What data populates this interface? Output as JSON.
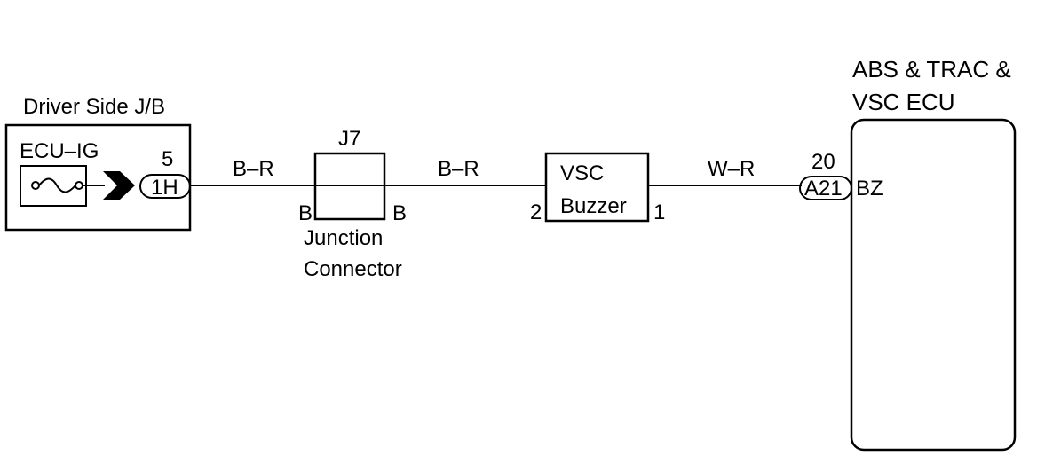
{
  "jb": {
    "title": "Driver Side J/B",
    "fuse_label": "ECU–IG",
    "pin_number": "5",
    "connector_id": "1H"
  },
  "wires": {
    "jb_to_j7": "B–R",
    "j7_to_buzzer": "B–R",
    "buzzer_to_ecu": "W–R"
  },
  "junction": {
    "id": "J7",
    "left_pin": "B",
    "right_pin": "B",
    "caption_line1": "Junction",
    "caption_line2": "Connector"
  },
  "buzzer": {
    "line1": "VSC",
    "line2": "Buzzer",
    "pin_left": "2",
    "pin_right": "1"
  },
  "ecu": {
    "title_line1": "ABS & TRAC &",
    "title_line2": "VSC ECU",
    "pin_number": "20",
    "connector_id": "A21",
    "terminal": "BZ"
  }
}
